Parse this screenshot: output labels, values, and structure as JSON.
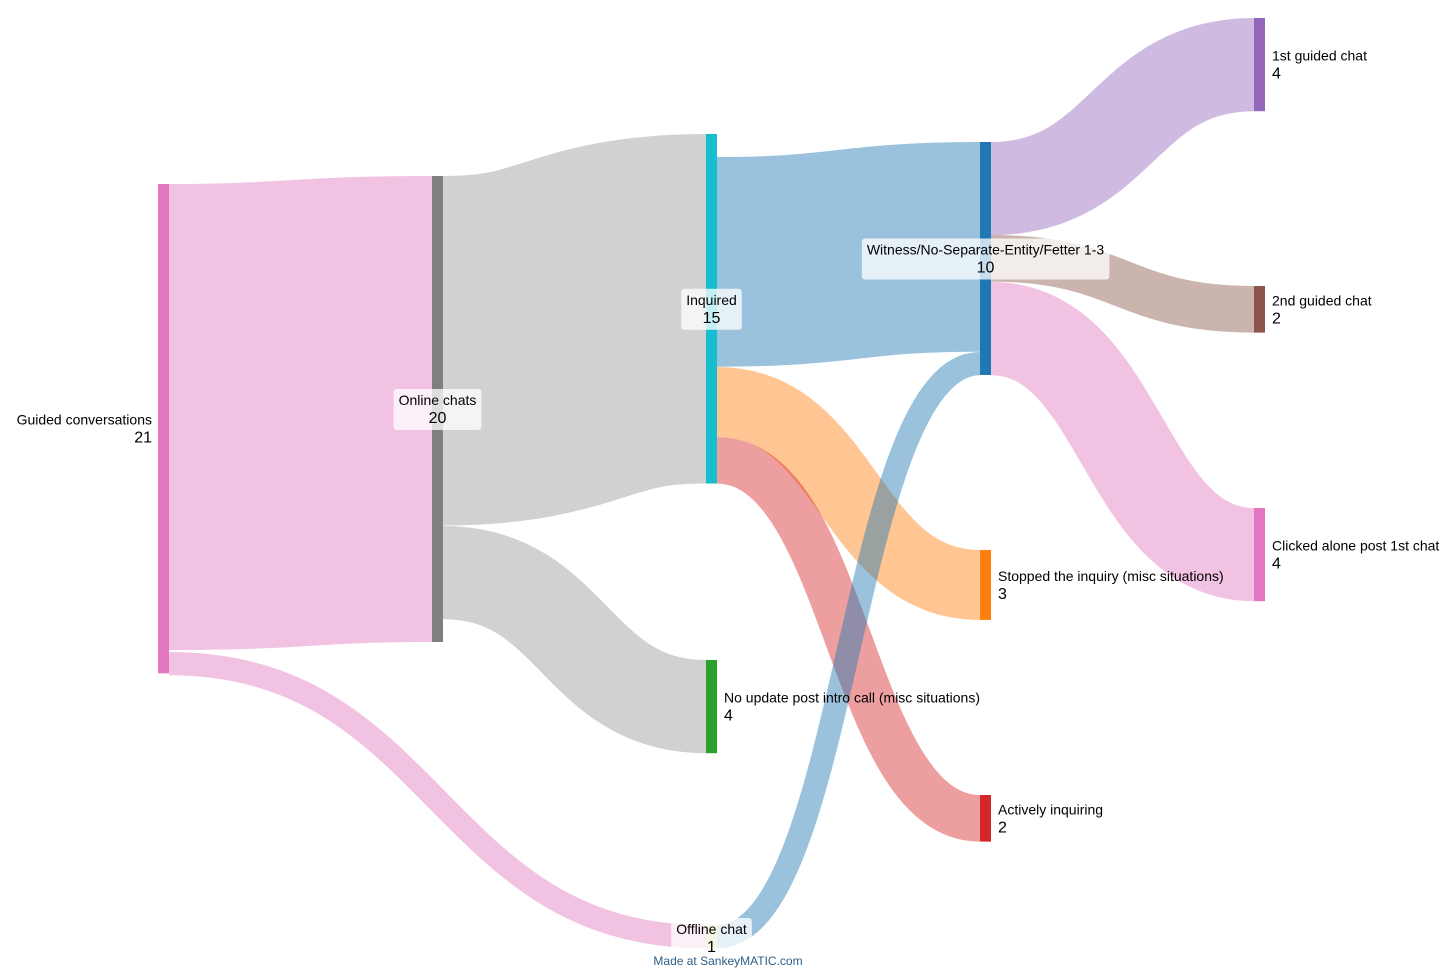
{
  "nodes": [
    {
      "id": "guided",
      "name": "Guided conversations",
      "value": "21",
      "color": "#e377c2"
    },
    {
      "id": "online",
      "name": "Online chats",
      "value": "20",
      "color": "#7f7f7f"
    },
    {
      "id": "offline",
      "name": "Offline chat",
      "value": "1",
      "color": "#dbdb8d"
    },
    {
      "id": "inquired",
      "name": "Inquired",
      "value": "15",
      "color": "#17becf"
    },
    {
      "id": "noupdate",
      "name": "No update post intro call (misc situations)",
      "value": "4",
      "color": "#2ca02c"
    },
    {
      "id": "witness",
      "name": "Witness/No-Separate-Entity/Fetter 1-3",
      "value": "10",
      "color": "#1f77b4"
    },
    {
      "id": "stopped",
      "name": "Stopped the inquiry (misc situations)",
      "value": "3",
      "color": "#ff7f0e"
    },
    {
      "id": "active",
      "name": "Actively inquiring",
      "value": "2",
      "color": "#d62728"
    },
    {
      "id": "first",
      "name": "1st guided chat",
      "value": "4",
      "color": "#9467bd"
    },
    {
      "id": "second",
      "name": "2nd guided chat",
      "value": "2",
      "color": "#8c564b"
    },
    {
      "id": "alone",
      "name": "Clicked alone post 1st chat",
      "value": "4",
      "color": "#e377c2"
    }
  ],
  "links": [
    {
      "source": "guided",
      "target": "online",
      "value": 20,
      "color": "#e377c2"
    },
    {
      "source": "guided",
      "target": "offline",
      "value": 1,
      "color": "#e377c2"
    },
    {
      "source": "online",
      "target": "inquired",
      "value": 15,
      "color": "#9a9a9a"
    },
    {
      "source": "online",
      "target": "noupdate",
      "value": 4,
      "color": "#9a9a9a"
    },
    {
      "source": "inquired",
      "target": "witness",
      "value": 9,
      "color": "#1f77b4"
    },
    {
      "source": "inquired",
      "target": "stopped",
      "value": 3,
      "color": "#ff7f0e"
    },
    {
      "source": "inquired",
      "target": "active",
      "value": 2,
      "color": "#d62728"
    },
    {
      "source": "offline",
      "target": "witness",
      "value": 1,
      "color": "#1f77b4"
    },
    {
      "source": "witness",
      "target": "first",
      "value": 4,
      "color": "#9467bd"
    },
    {
      "source": "witness",
      "target": "second",
      "value": 2,
      "color": "#8c564b"
    },
    {
      "source": "witness",
      "target": "alone",
      "value": 4,
      "color": "#e377c2"
    }
  ],
  "credit": "Made at SankeyMATIC.com"
}
